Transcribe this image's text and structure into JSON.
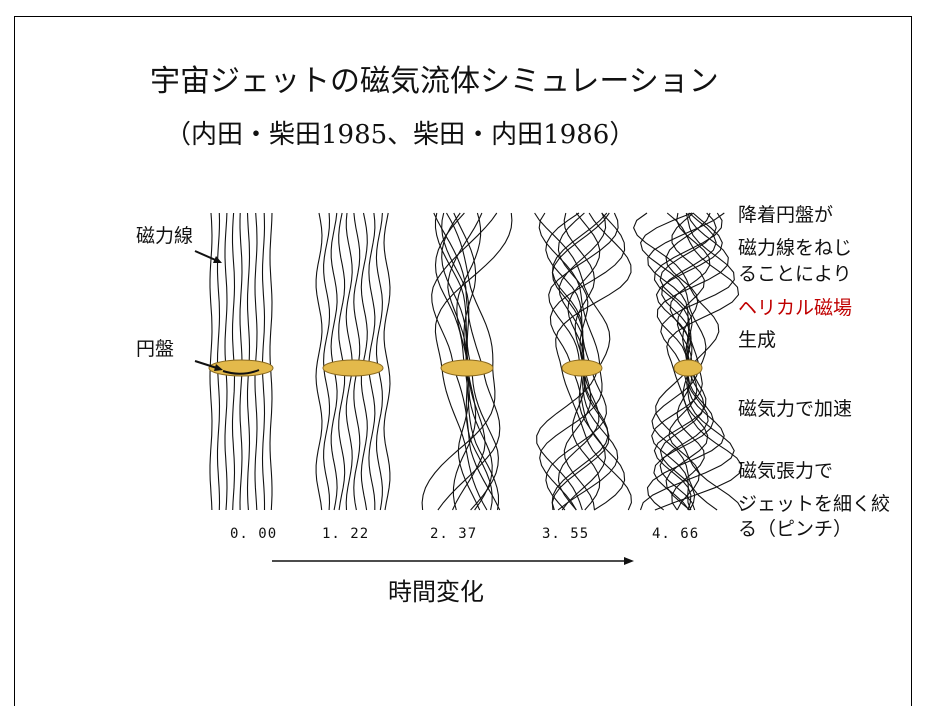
{
  "title": "宇宙ジェットの磁気流体シミュレーション",
  "subtitle": "（内田・柴田1985、柴田・内田1986）",
  "labels": {
    "field_lines": "磁力線",
    "disk": "円盤"
  },
  "side_notes": {
    "line1": "降着円盤が",
    "line2": "磁力線をねじ",
    "line3": "ることにより",
    "helical": "ヘリカル磁場",
    "generation": "生成",
    "acceleration": "磁気力で加速",
    "tension1": "磁気張力で",
    "tension2": "ジェットを細く絞",
    "tension3": "る（ピンチ）"
  },
  "time_steps": [
    "0. 00",
    "1. 22",
    "2. 37",
    "3. 55",
    "4. 66"
  ],
  "time_axis_label": "時間変化",
  "colors": {
    "highlight": "#c00000",
    "disk": "#e3b94b",
    "ink": "#111111"
  }
}
